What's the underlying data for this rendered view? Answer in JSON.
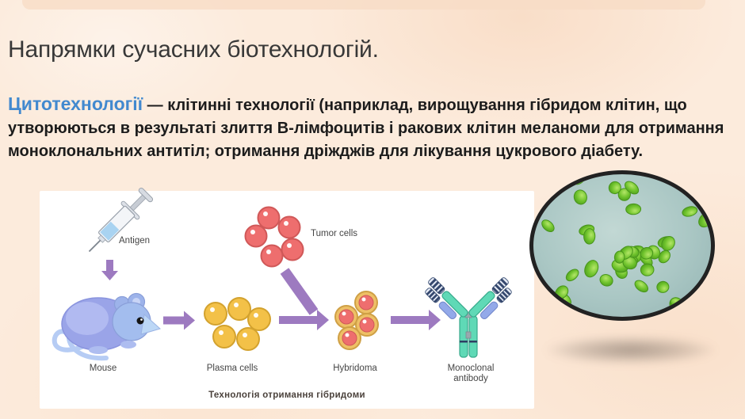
{
  "slide": {
    "title": "Напрямки сучасних біотехнологій.",
    "body": {
      "lead": "Цитотехнології",
      "separator": " — ",
      "text": "клітинні технології (наприклад, вирощування гібридом клітин, що утворюються в результаті злиття В-лімфоцитів і ракових клітин меланоми для отримання моноклональних антитіл; отримання дріжджів для лікування цукрового діабету."
    },
    "lead_color": "#4289cf"
  },
  "diagram": {
    "caption": "Технологія отримання гібридоми",
    "labels": {
      "antigen": "Antigen",
      "mouse": "Mouse",
      "plasma": "Plasma cells",
      "tumor": "Tumor cells",
      "hybridoma": "Hybridoma",
      "monoclonal_line1": "Monoclonal",
      "monoclonal_line2": "antibody"
    },
    "colors": {
      "arrow": "#9d7ac0",
      "tumor_fill": "#ee6e6e",
      "tumor_stroke": "#d05858",
      "plasma_fill": "#f3c148",
      "plasma_stroke": "#d3a22e",
      "hybrid_fill": "#eec066",
      "hybrid_stroke": "#cfa045",
      "antibody_teal": "#5fd9b6",
      "antibody_blue": "#93a9e9",
      "antibody_stripe": "#35486e"
    }
  },
  "micrograph": {
    "cell_fill": "#6fc32c",
    "cell_stroke": "#47941b",
    "field_color": "#aac7c4"
  }
}
